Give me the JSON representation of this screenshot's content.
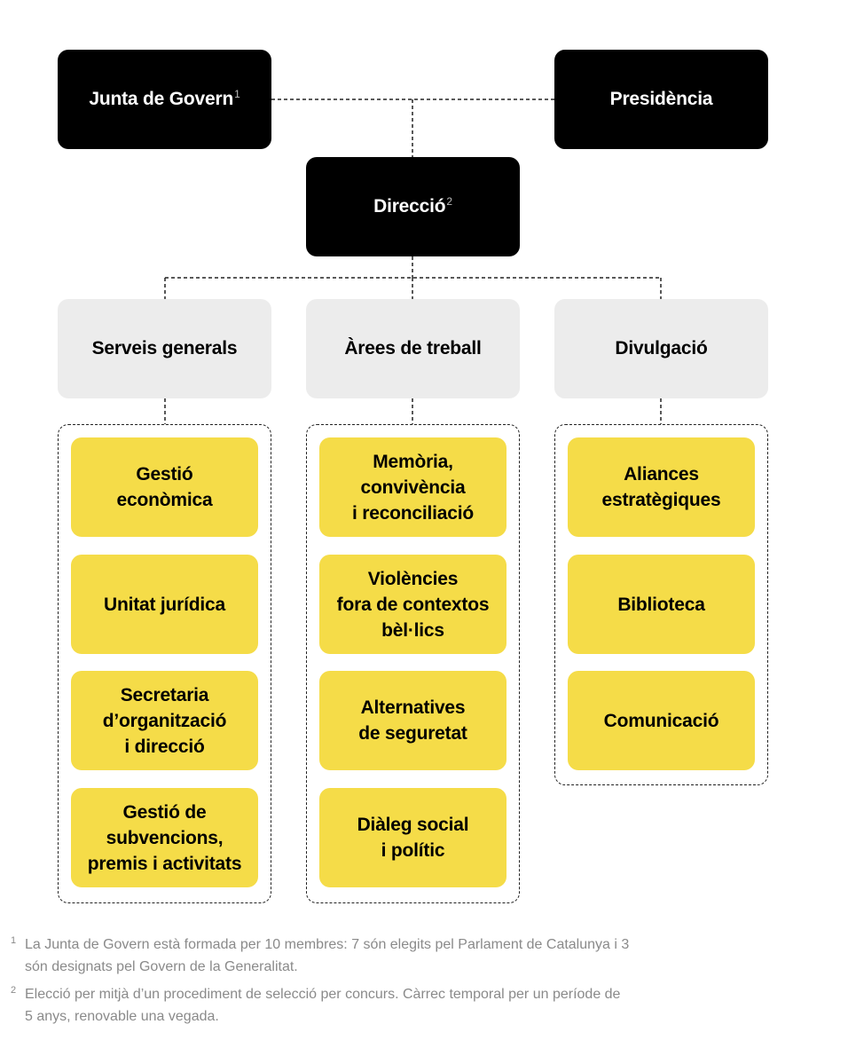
{
  "top": {
    "junta": {
      "label": "Junta de Govern",
      "note": "1"
    },
    "presidencia": {
      "label": "Presidència"
    },
    "direccio": {
      "label": "Direcció",
      "note": "2"
    }
  },
  "columns": [
    {
      "header": "Serveis generals",
      "items": [
        "Gestió\neconòmica",
        "Unitat jurídica",
        "Secretaria\nd’organització\ni direcció",
        "Gestió de\nsubvencions,\npremis i activitats"
      ]
    },
    {
      "header": "Àrees de treball",
      "items": [
        "Memòria,\nconvivència\ni reconciliació",
        "Violències\nfora de contextos\nbèl·lics",
        "Alternatives\nde seguretat",
        "Diàleg social\ni polític"
      ]
    },
    {
      "header": "Divulgació",
      "items": [
        "Aliances\nestratègiques",
        "Biblioteca",
        "Comunicació"
      ]
    }
  ],
  "footnotes": [
    {
      "num": "1",
      "text": "La Junta de Govern està formada per 10 membres: 7 són elegits pel Parlament de Catalunya i 3 són designats pel Govern de la Generalitat."
    },
    {
      "num": "2",
      "text": "Elecció per mitjà d’un procediment de selecció per concurs. Càrrec temporal per un període de 5 anys, renovable una vegada."
    }
  ],
  "colors": {
    "black_box": "#000000",
    "grey_box": "#ececec",
    "yellow_box": "#f5dc48",
    "footnote_text": "#8a8a8a"
  }
}
